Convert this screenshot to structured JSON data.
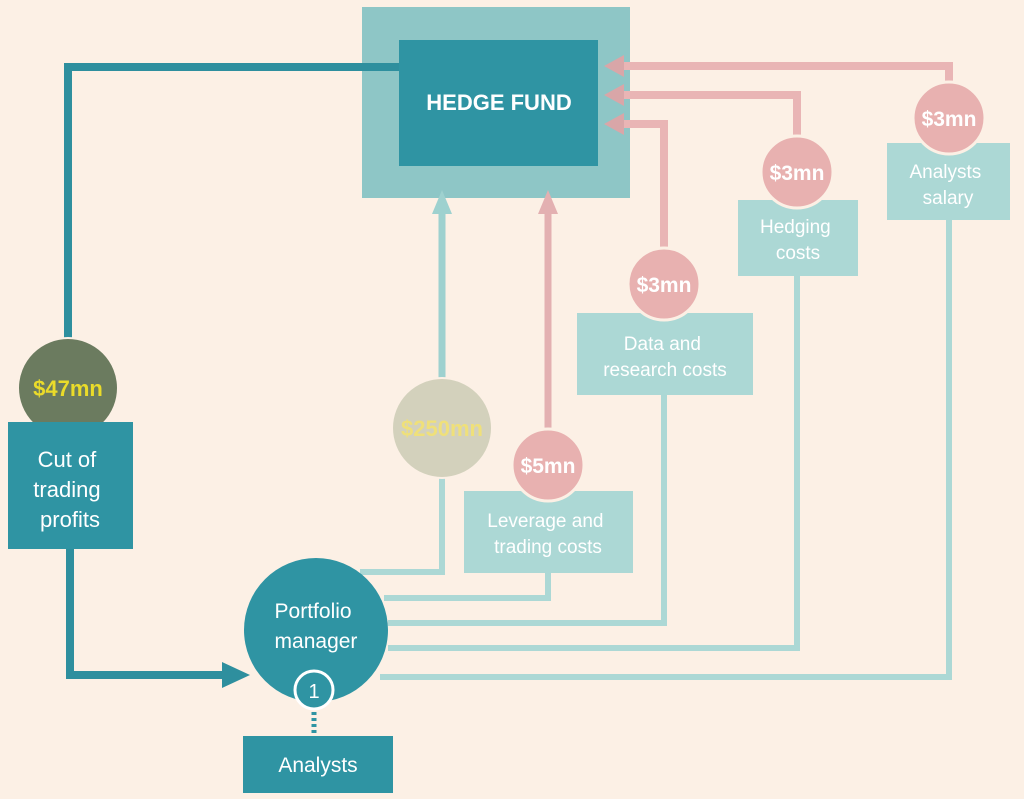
{
  "hedge_fund": {
    "label": "HEDGE FUND"
  },
  "trading_profits": {
    "amount": "$47mn",
    "label_lines": [
      "Cut of",
      "trading",
      "profits"
    ]
  },
  "capital": {
    "amount": "$250mn"
  },
  "leverage": {
    "amount": "$5mn",
    "label_lines": [
      "Leverage and",
      "trading costs"
    ]
  },
  "data_research": {
    "amount": "$3mn",
    "label_lines": [
      "Data and",
      "research costs"
    ]
  },
  "hedging": {
    "amount": "$3mn",
    "label_lines": [
      "Hedging",
      "costs"
    ]
  },
  "analysts_salary": {
    "amount": "$3mn",
    "label_lines": [
      "Analysts",
      "salary"
    ]
  },
  "portfolio_manager": {
    "label_lines": [
      "Portfolio",
      "manager"
    ],
    "badge": "1"
  },
  "analysts": {
    "label": "Analysts"
  },
  "colors": {
    "background": "#fcf0e5",
    "teal_dark": "#2f94a3",
    "teal_light": "#a9d6d3",
    "pink": "#e8b1b0",
    "olive": "#6b7b5f",
    "beige": "#d3d1bc",
    "yellow": "#eadb2a"
  }
}
